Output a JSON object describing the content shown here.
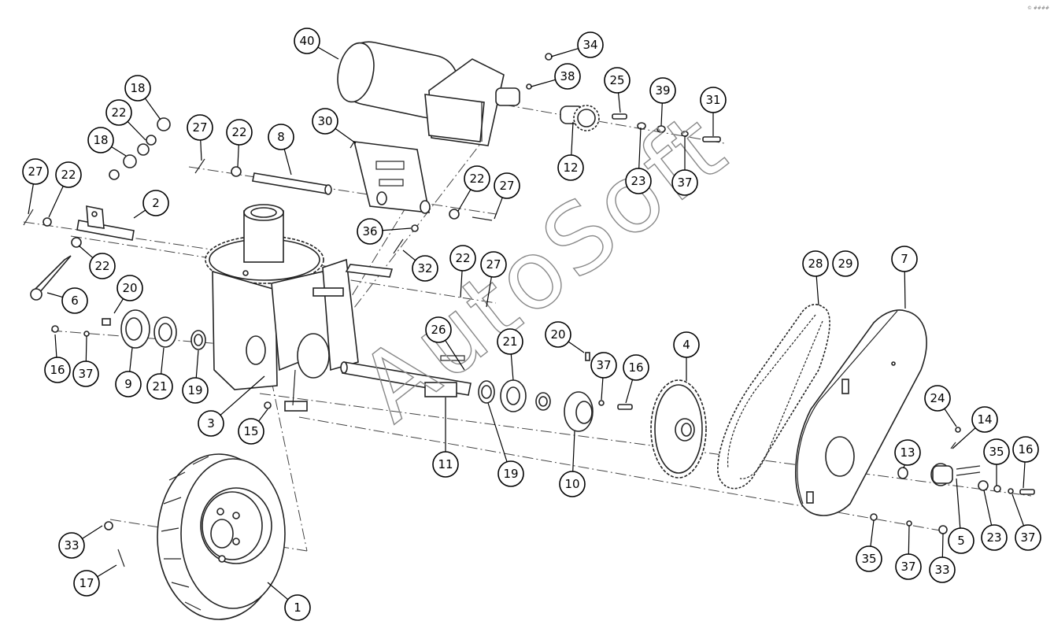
{
  "watermark": "AutoSoft",
  "corner_mark": "© ####",
  "balloons": [
    {
      "id": "b40",
      "label": "40"
    },
    {
      "id": "b34",
      "label": "34"
    },
    {
      "id": "b38",
      "label": "38"
    },
    {
      "id": "b25",
      "label": "25"
    },
    {
      "id": "b39",
      "label": "39"
    },
    {
      "id": "b31",
      "label": "31"
    },
    {
      "id": "b12",
      "label": "12"
    },
    {
      "id": "b23a",
      "label": "23"
    },
    {
      "id": "b37a",
      "label": "37"
    },
    {
      "id": "b30",
      "label": "30"
    },
    {
      "id": "b8",
      "label": "8"
    },
    {
      "id": "b27a",
      "label": "27"
    },
    {
      "id": "b22a",
      "label": "22"
    },
    {
      "id": "b18a",
      "label": "18"
    },
    {
      "id": "b22b",
      "label": "22"
    },
    {
      "id": "b18b",
      "label": "18"
    },
    {
      "id": "b27b",
      "label": "27"
    },
    {
      "id": "b22c",
      "label": "22"
    },
    {
      "id": "b2",
      "label": "2"
    },
    {
      "id": "b22d",
      "label": "22"
    },
    {
      "id": "b6",
      "label": "6"
    },
    {
      "id": "b22e",
      "label": "22"
    },
    {
      "id": "b27c",
      "label": "27"
    },
    {
      "id": "b36",
      "label": "36"
    },
    {
      "id": "b32",
      "label": "32"
    },
    {
      "id": "b22f",
      "label": "22"
    },
    {
      "id": "b27d",
      "label": "27"
    },
    {
      "id": "b20a",
      "label": "20"
    },
    {
      "id": "b16a",
      "label": "16"
    },
    {
      "id": "b37b",
      "label": "37"
    },
    {
      "id": "b9",
      "label": "9"
    },
    {
      "id": "b21a",
      "label": "21"
    },
    {
      "id": "b19a",
      "label": "19"
    },
    {
      "id": "b3",
      "label": "3"
    },
    {
      "id": "b15",
      "label": "15"
    },
    {
      "id": "b26",
      "label": "26"
    },
    {
      "id": "b21b",
      "label": "21"
    },
    {
      "id": "b20b",
      "label": "20"
    },
    {
      "id": "b37c",
      "label": "37"
    },
    {
      "id": "b16b",
      "label": "16"
    },
    {
      "id": "b4",
      "label": "4"
    },
    {
      "id": "b28",
      "label": "28"
    },
    {
      "id": "b29",
      "label": "29"
    },
    {
      "id": "b7",
      "label": "7"
    },
    {
      "id": "b11",
      "label": "11"
    },
    {
      "id": "b19b",
      "label": "19"
    },
    {
      "id": "b10",
      "label": "10"
    },
    {
      "id": "b13",
      "label": "13"
    },
    {
      "id": "b24",
      "label": "24"
    },
    {
      "id": "b14",
      "label": "14"
    },
    {
      "id": "b35a",
      "label": "35"
    },
    {
      "id": "b16c",
      "label": "16"
    },
    {
      "id": "b23b",
      "label": "23"
    },
    {
      "id": "b37d",
      "label": "37"
    },
    {
      "id": "b5",
      "label": "5"
    },
    {
      "id": "b33a",
      "label": "33"
    },
    {
      "id": "b35b",
      "label": "35"
    },
    {
      "id": "b37e",
      "label": "37"
    },
    {
      "id": "b33b",
      "label": "33"
    },
    {
      "id": "b17",
      "label": "17"
    },
    {
      "id": "b1",
      "label": "1"
    }
  ]
}
